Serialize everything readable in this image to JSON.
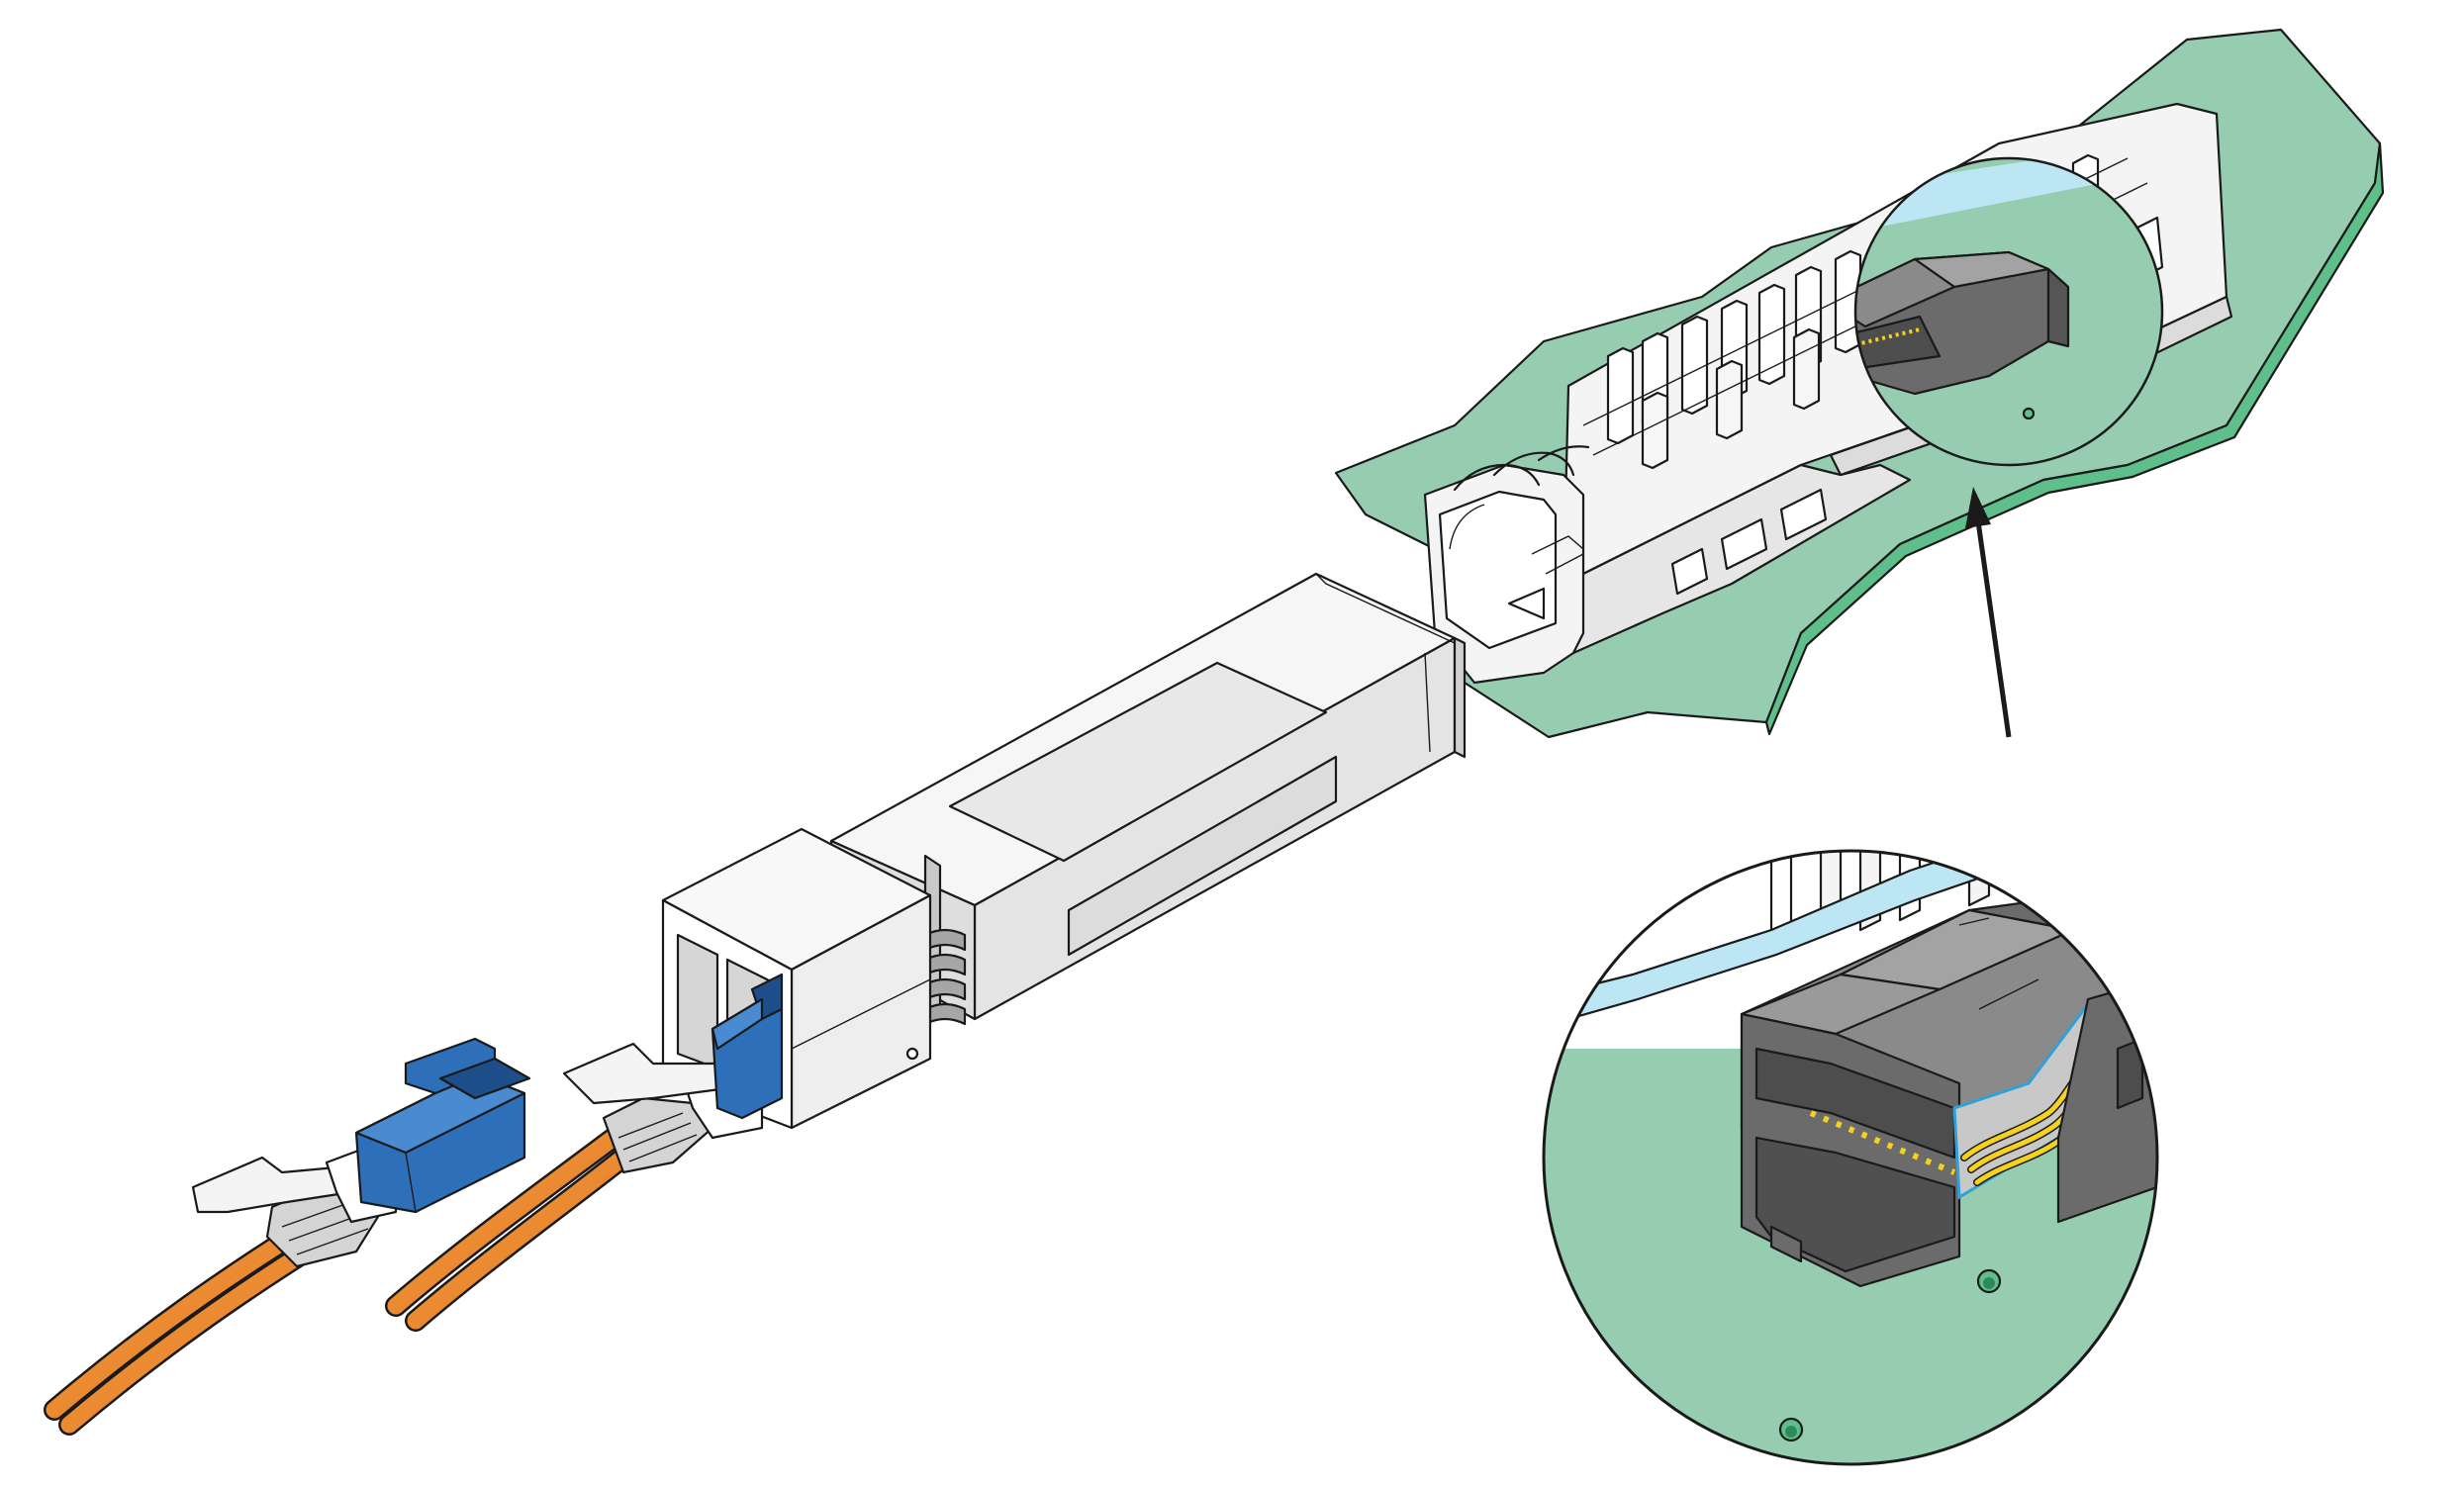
{
  "colors": {
    "board": "#96cdb0",
    "board_edge": "#5fbf8a",
    "metal_light": "#f4f4f4",
    "metal_mid": "#dcdcdc",
    "metal_shade": "#c4c4c4",
    "connector_dark": "#6b6b6b",
    "connector_mid": "#8a8a8a",
    "connector_top": "#a3a3a3",
    "fiber": "#f08a2c",
    "fiber_dark": "#c8641a",
    "lc_blue": "#2d6fb8",
    "lc_blue_dark": "#1d4e8a",
    "contact_gold": "#f6d21c",
    "glass_blue": "#bde6f5",
    "outline": "#1a1a1a"
  },
  "parts": [
    {
      "name": "circuit-board",
      "icon": "pcb-board"
    },
    {
      "name": "sfp-cage",
      "icon": "cage-with-heatsink"
    },
    {
      "name": "sfp-transceiver",
      "icon": "transceiver-module"
    },
    {
      "name": "lc-connector-left",
      "icon": "lc-duplex-connector"
    },
    {
      "name": "lc-connector-right",
      "icon": "lc-duplex-connector"
    },
    {
      "name": "edge-connector-detail",
      "icon": "magnifier-callout"
    }
  ]
}
